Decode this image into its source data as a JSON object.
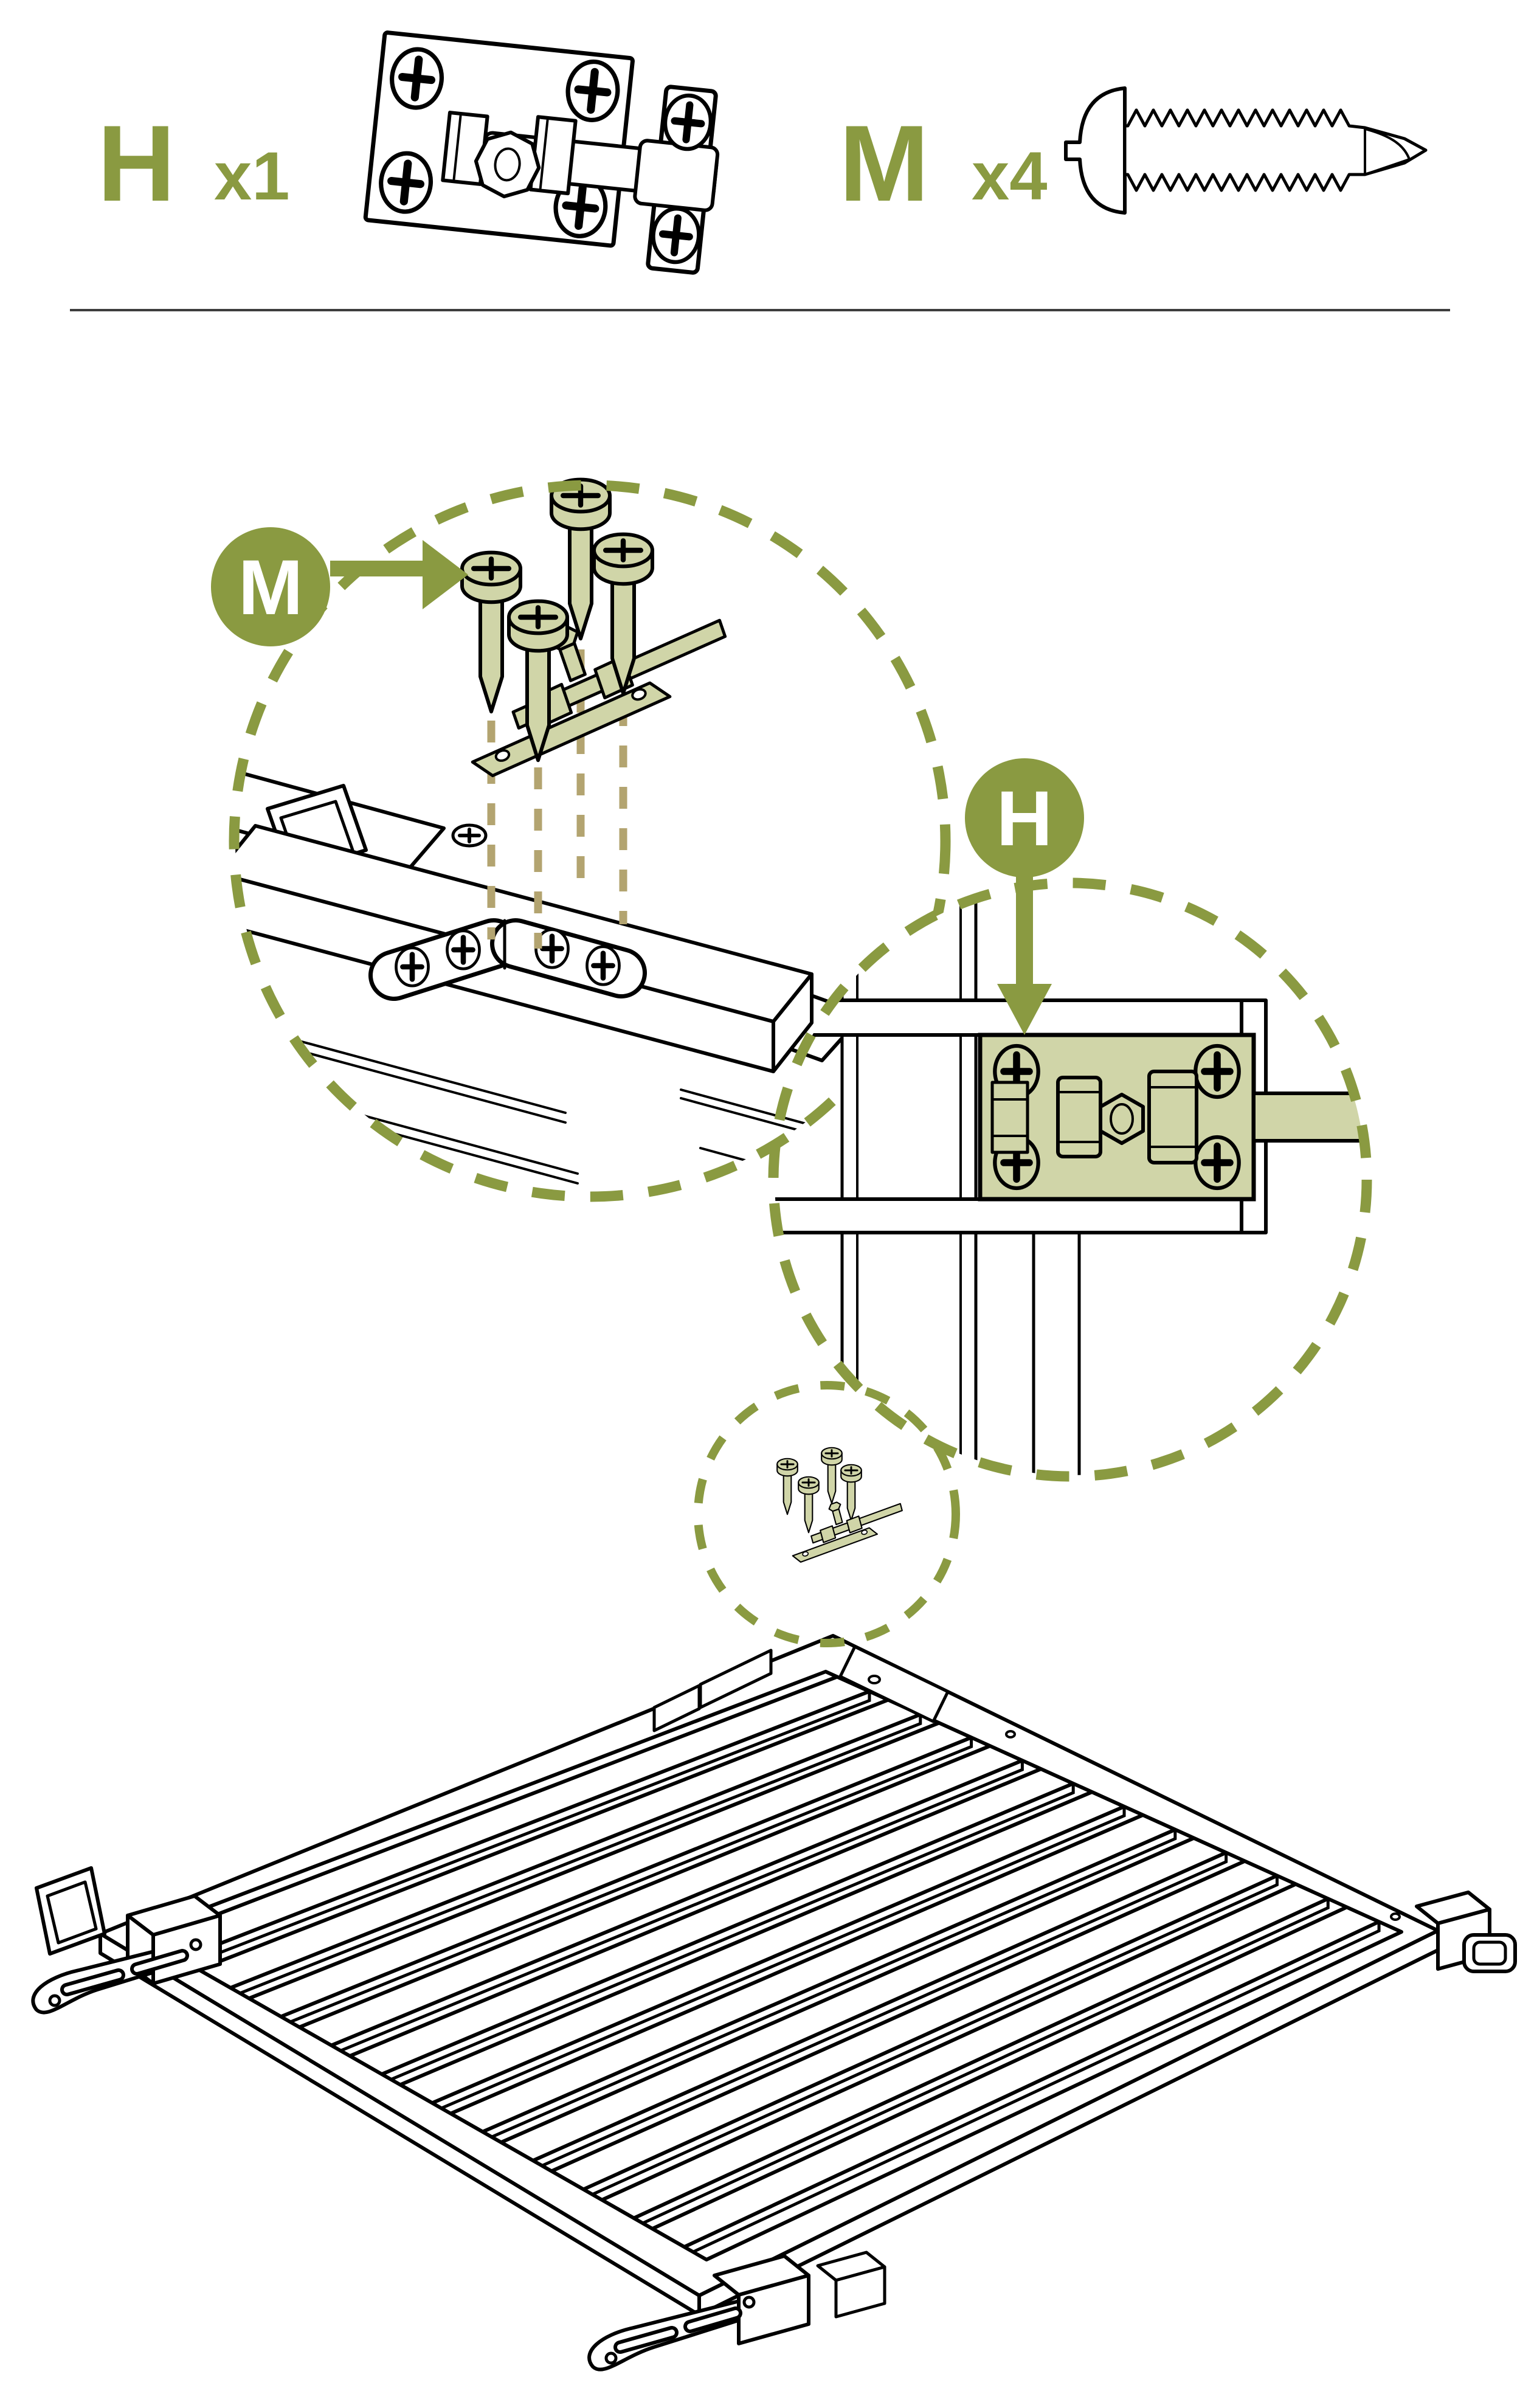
{
  "header": {
    "parts": [
      {
        "letter": "H",
        "qty": "x1",
        "icon": "barrel-bolt-latch-icon"
      },
      {
        "letter": "M",
        "qty": "x4",
        "icon": "self-drilling-screw-icon"
      }
    ]
  },
  "callouts": {
    "m": {
      "letter": "M",
      "shows": "four screws fastening latch to gate frame junction"
    },
    "h": {
      "letter": "H",
      "shows": "barrel bolt latch installed, front view"
    }
  },
  "colors": {
    "accent": "#8a9a41",
    "part_fill": "#d0d5a8",
    "guide": "#b3a470",
    "line": "#000000",
    "divider": "#3d3d3d"
  }
}
